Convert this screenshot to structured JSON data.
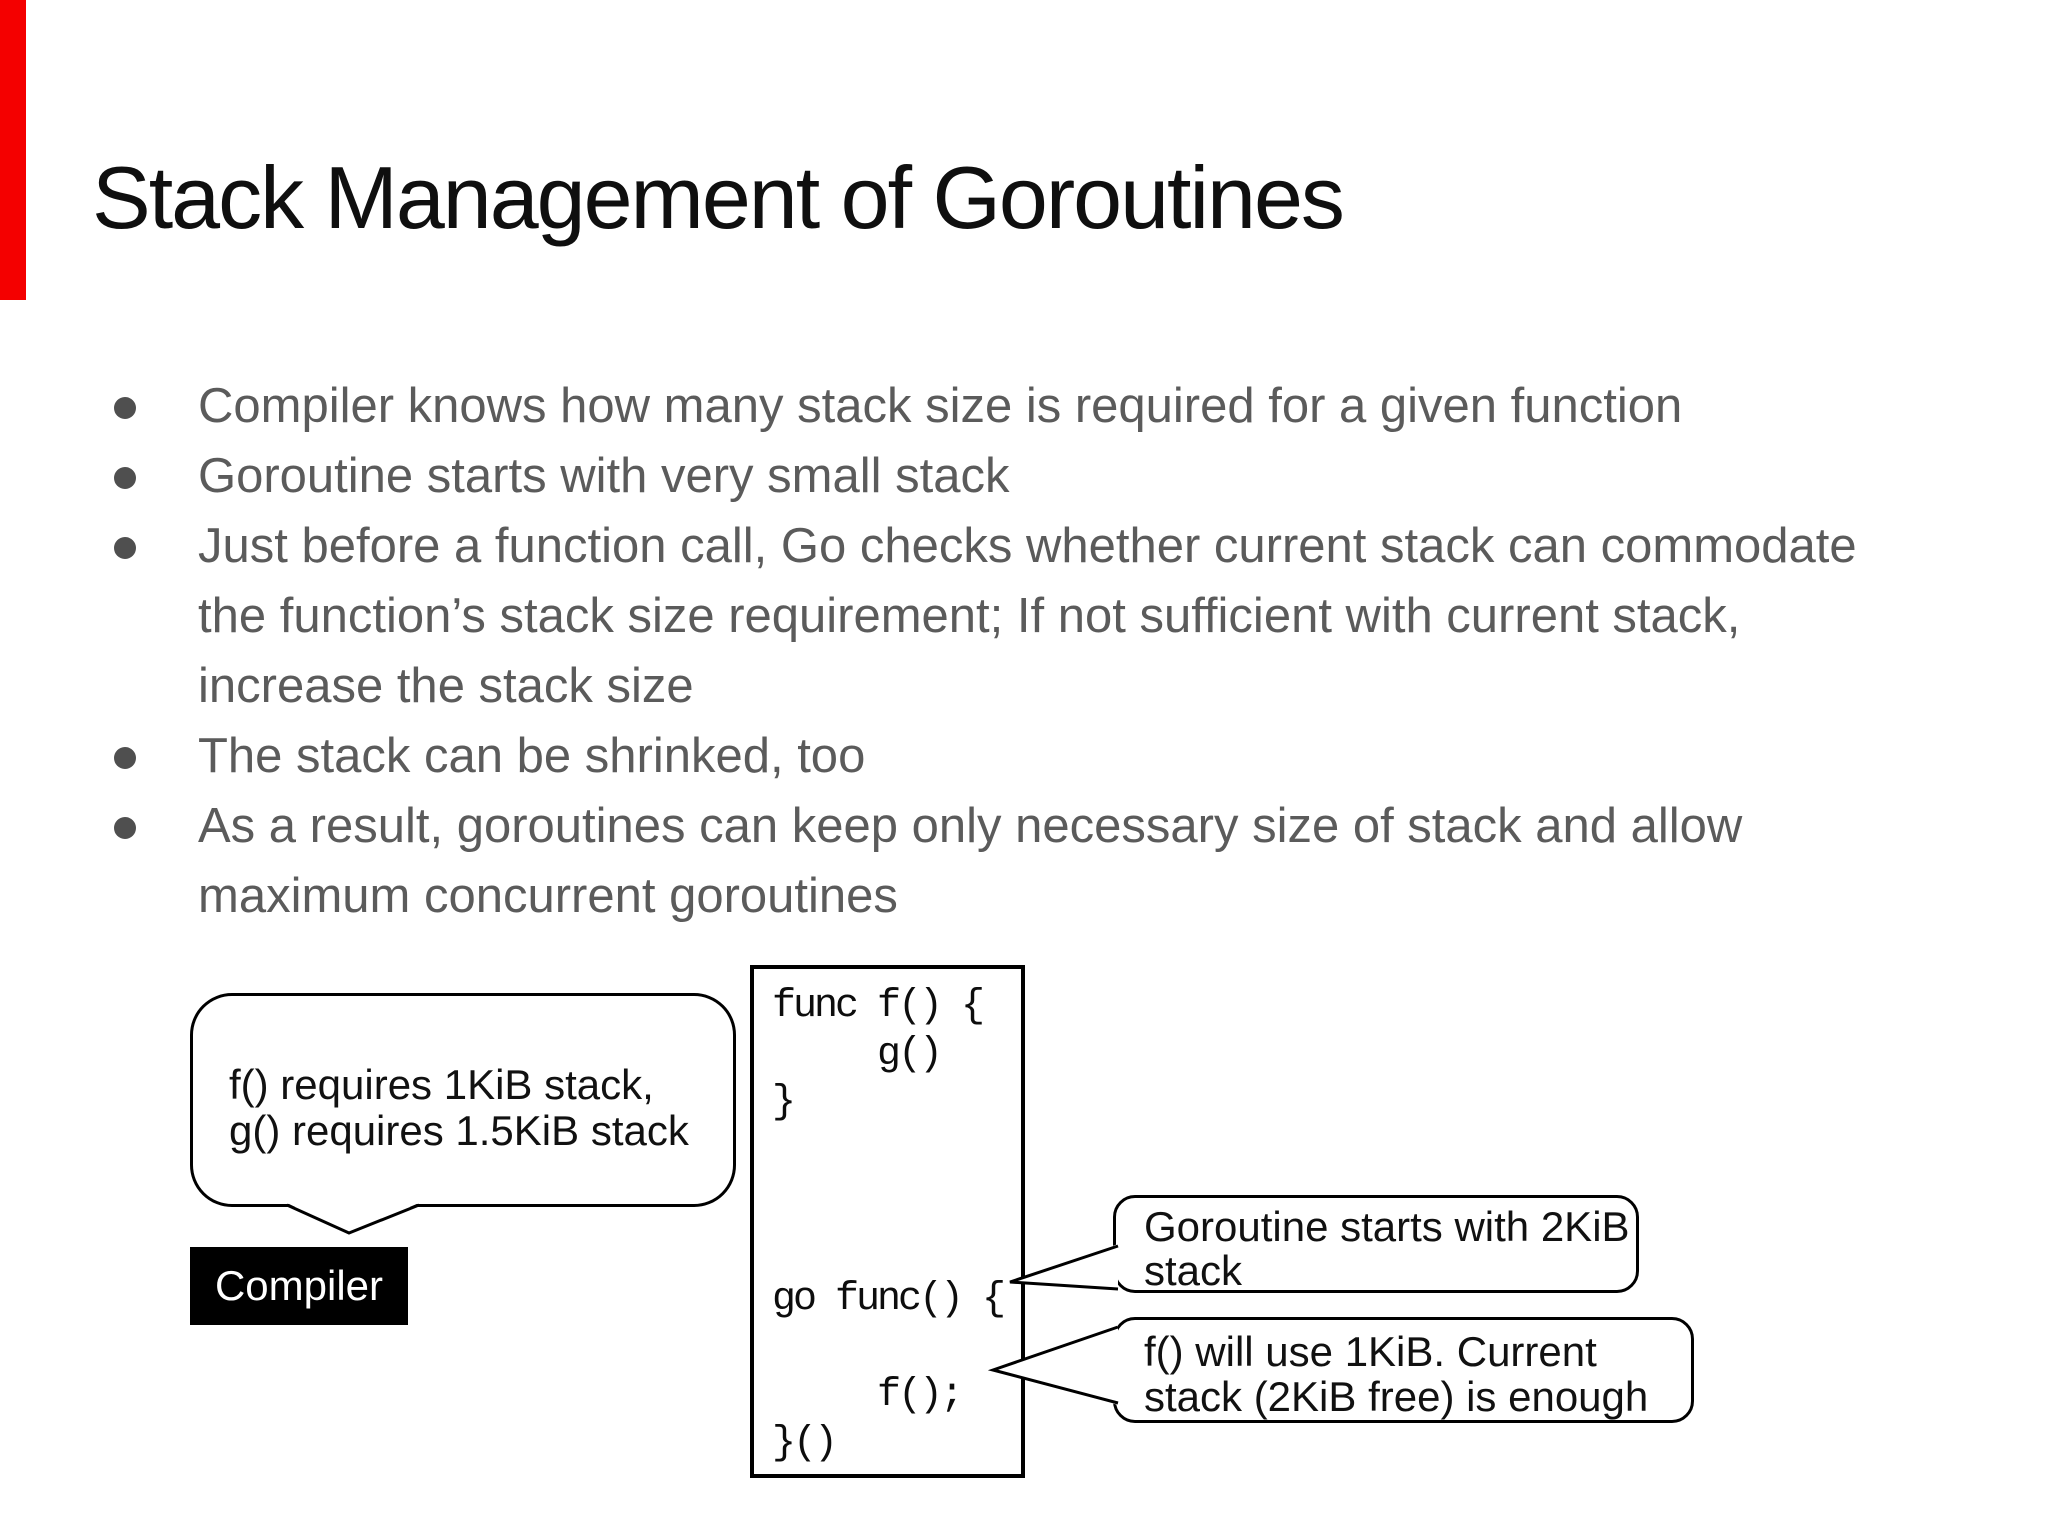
{
  "slide": {
    "title": "Stack Management of Goroutines",
    "accent_color": "#f40000",
    "bullet_lines": [
      {
        "text": "Compiler knows how many stack size is required for a given function",
        "bullet": true
      },
      {
        "text": "Goroutine starts with very small stack",
        "bullet": true
      },
      {
        "text": "Just before a function call, Go checks whether current stack can commodate",
        "bullet": true
      },
      {
        "text": "the function’s stack size requirement; If not sufficient with current stack,",
        "bullet": false
      },
      {
        "text": "increase the stack size",
        "bullet": false
      },
      {
        "text": "The stack can be shrinked, too",
        "bullet": true
      },
      {
        "text": "As a result, goroutines can keep only necessary size of stack and allow",
        "bullet": true
      },
      {
        "text": "maximum concurrent goroutines",
        "bullet": false
      }
    ],
    "diagram": {
      "compiler_label": "Compiler",
      "left_bubble": {
        "lines": [
          "f() requires 1KiB stack,",
          "g() requires 1.5KiB stack"
        ]
      },
      "code_box": {
        "top_lines": [
          "func f() {",
          "     g()",
          "}"
        ],
        "bottom_lines": [
          "go func() {",
          "",
          "     f();",
          "}()"
        ]
      },
      "goroutine_bubble": {
        "lines": [
          "Goroutine starts with 2KiB",
          "stack"
        ]
      },
      "stack_bubble": {
        "lines": [
          "f() will use 1KiB. Current",
          "stack (2KiB free) is enough"
        ]
      }
    }
  }
}
